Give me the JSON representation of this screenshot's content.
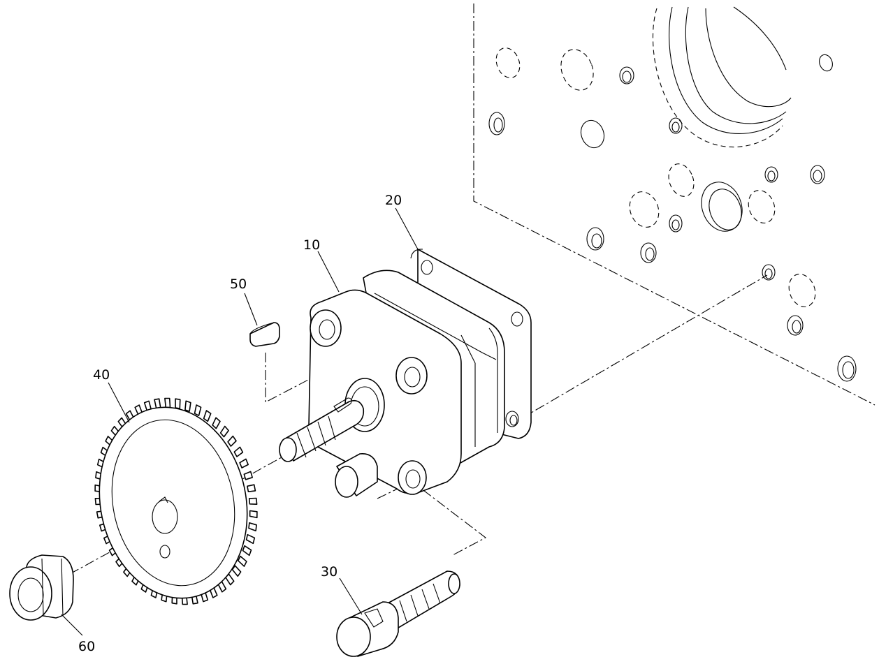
{
  "callouts": {
    "pump": "10",
    "gasket": "20",
    "screw": "30",
    "gear": "40",
    "key": "50",
    "nut": "60"
  },
  "colors": {
    "line": "#000000",
    "background": "#ffffff"
  }
}
